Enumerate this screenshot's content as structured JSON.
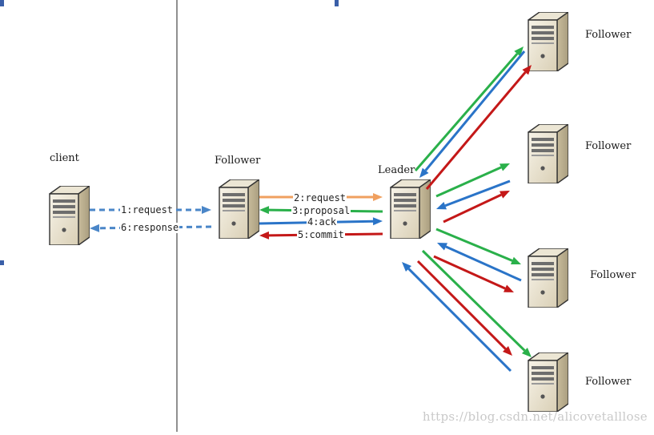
{
  "nodes": {
    "client": "client",
    "follower_main": "Follower",
    "leader": "Leader",
    "follower_1": "Follower",
    "follower_2": "Follower",
    "follower_3": "Follower",
    "follower_4": "Follower"
  },
  "messages": {
    "request_client": "1:request",
    "response": "6:response",
    "request_leader": "2:request",
    "proposal": "3:proposal",
    "ack": "4:ack",
    "commit": "5:commit"
  },
  "colors": {
    "request": "#f0a060",
    "client_link": "#4a86c8",
    "proposal": "#2ab04a",
    "ack": "#2a74c8",
    "commit": "#c41818",
    "divider": "#222222"
  },
  "watermark": "https://blog.csdn.net/alicovetalllose"
}
